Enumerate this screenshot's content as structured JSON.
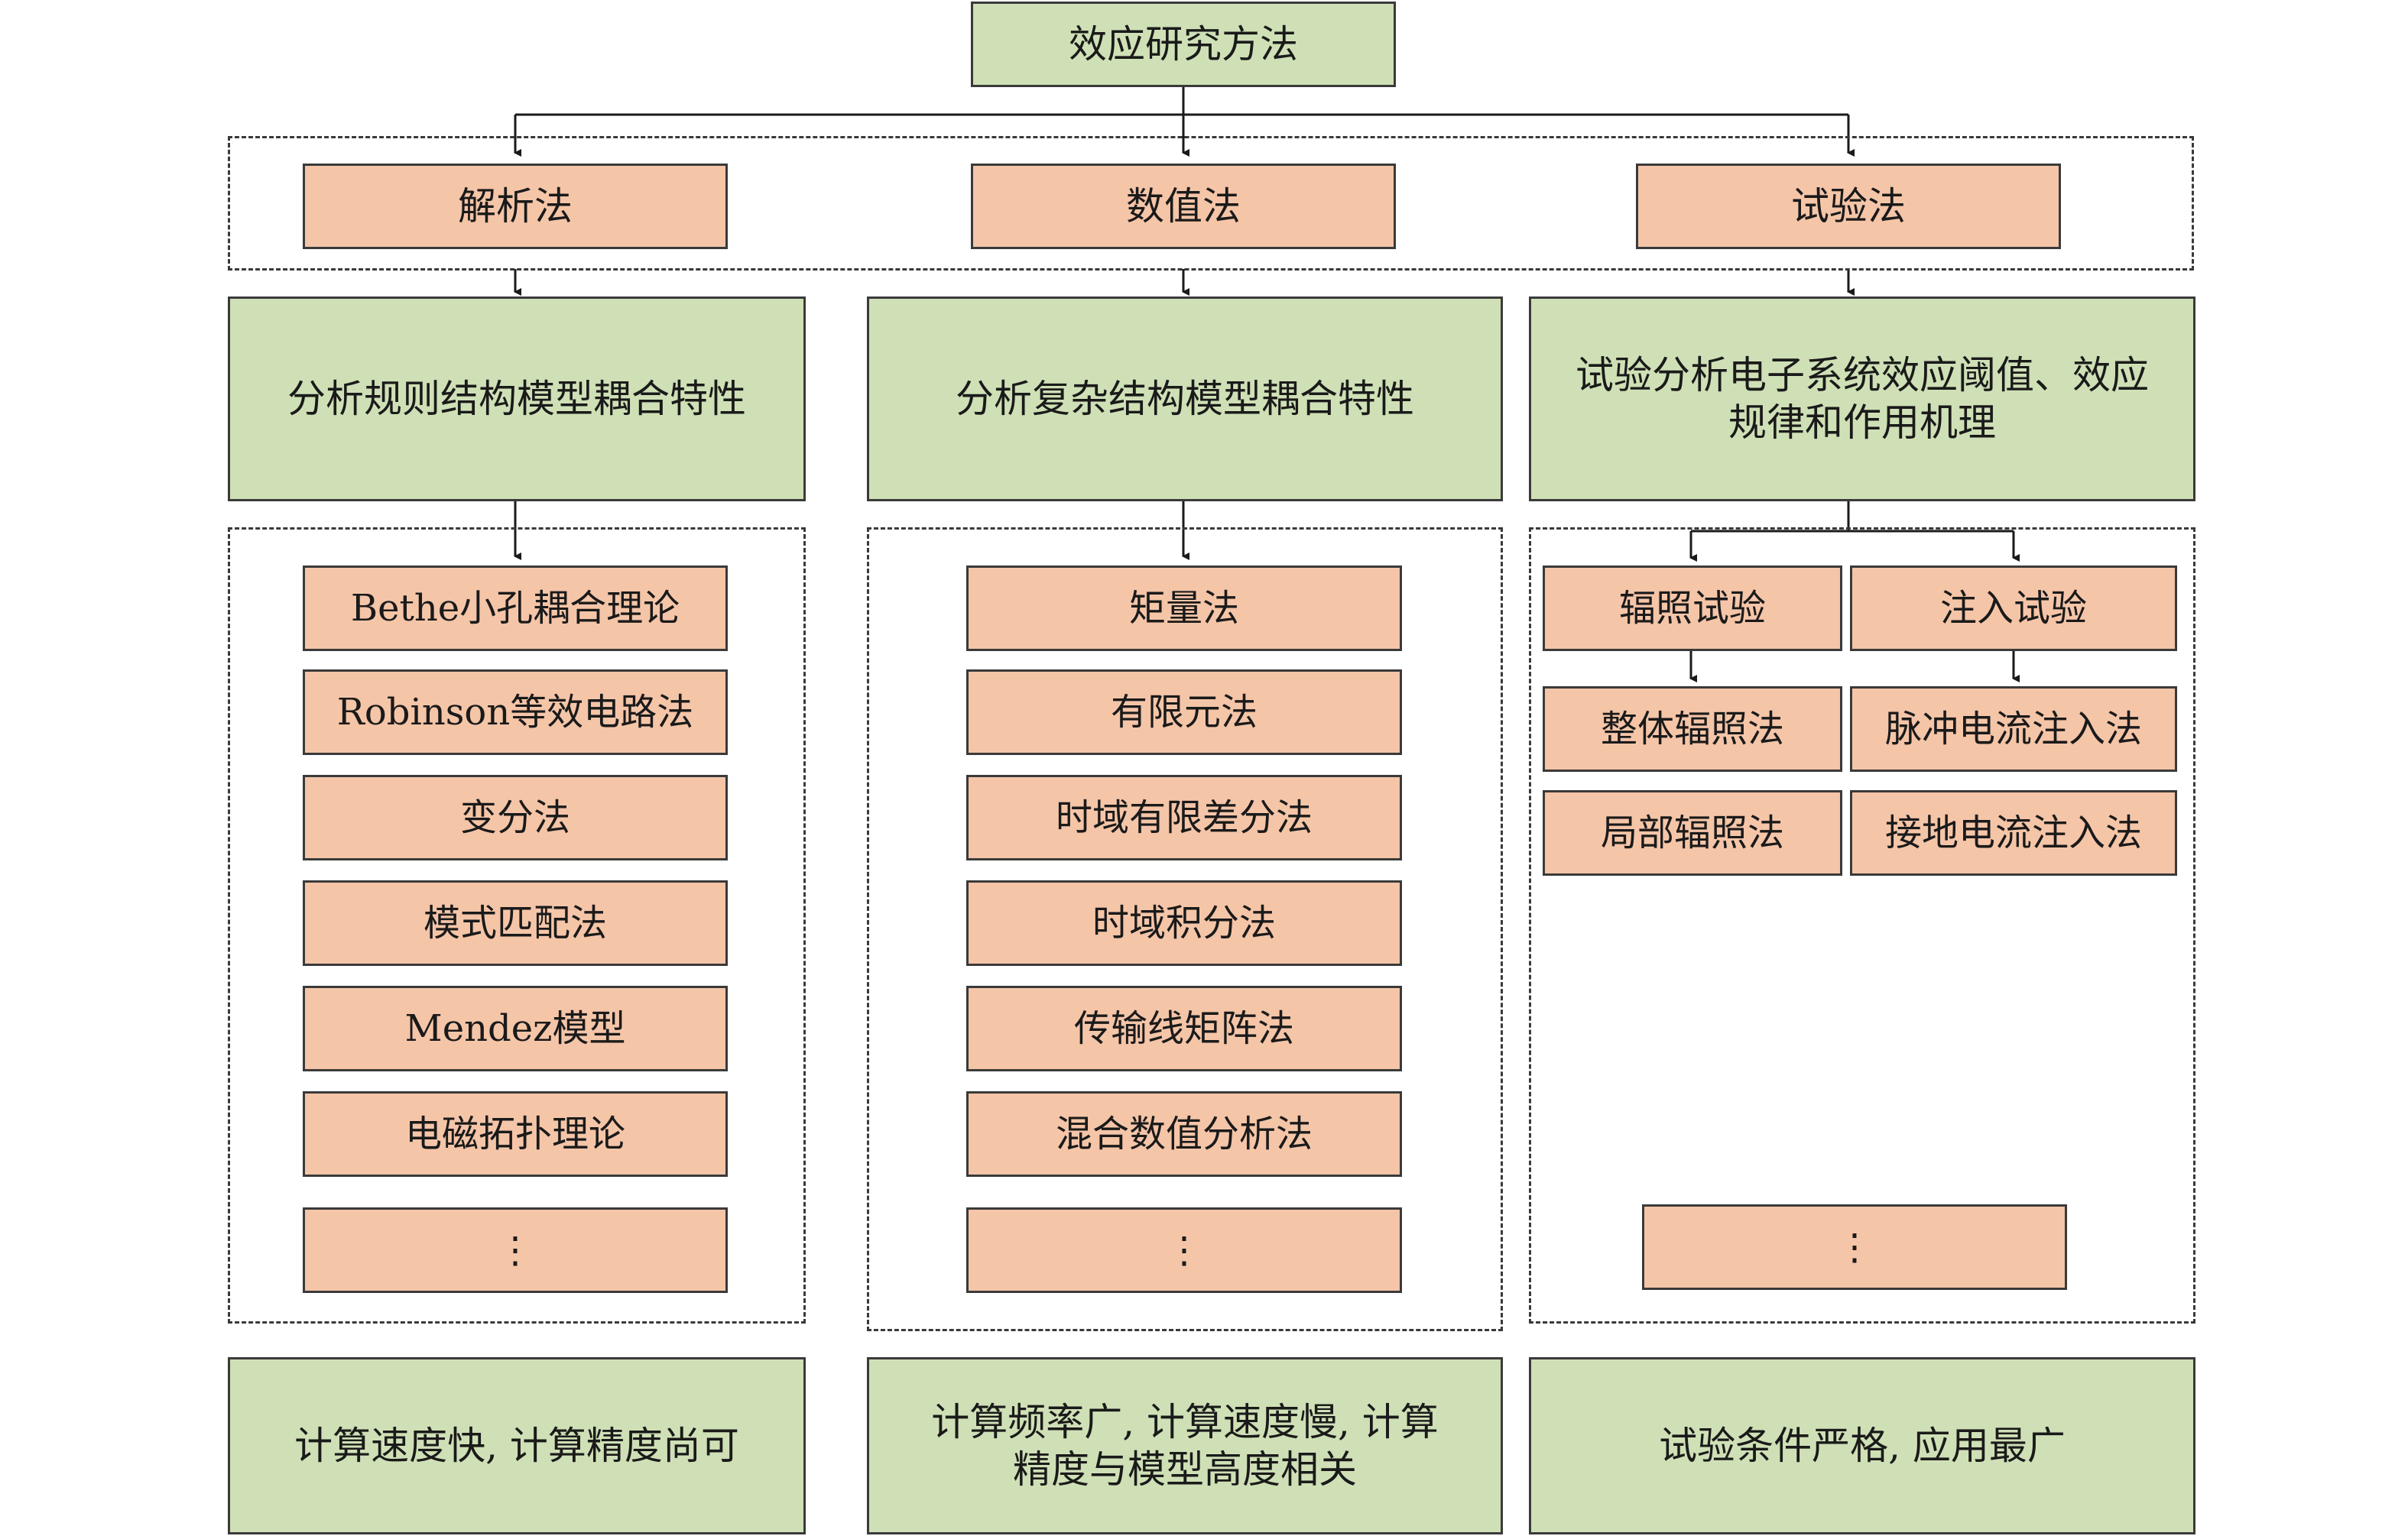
{
  "root": {
    "label": "效应研究方法"
  },
  "methods": [
    {
      "label": "解析法"
    },
    {
      "label": "数值法"
    },
    {
      "label": "试验法"
    }
  ],
  "descriptions": [
    {
      "label": "分析规则结构模型耦合特性"
    },
    {
      "label": "分析复杂结构模型耦合特性"
    },
    {
      "line1": "试验分析电子系统效应阈值、效应",
      "line2": "规律和作用机理"
    }
  ],
  "analytical_items": [
    "Bethe小孔耦合理论",
    "Robinson等效电路法",
    "变分法",
    "模式匹配法",
    "Mendez模型",
    "电磁拓扑理论",
    "⋮"
  ],
  "numerical_items": [
    "矩量法",
    "有限元法",
    "时域有限差分法",
    "时域积分法",
    "传输线矩阵法",
    "混合数值分析法",
    "⋮"
  ],
  "experimental": {
    "radiation": {
      "label": "辐照试验",
      "items": [
        "整体辐照法",
        "局部辐照法"
      ]
    },
    "injection": {
      "label": "注入试验",
      "items": [
        "脉冲电流注入法",
        "接地电流注入法"
      ]
    },
    "more": "⋮"
  },
  "summaries": [
    {
      "line1": "计算速度快, 计算精度尚可"
    },
    {
      "line1": "计算频率广, 计算速度慢, 计算",
      "line2": "精度与模型高度相关"
    },
    {
      "line1": "试验条件严格, 应用最广"
    }
  ],
  "colors": {
    "green_fill": "#cfe0b6",
    "salmon_fill": "#f5c5a8",
    "stroke": "#3a3a3a"
  }
}
